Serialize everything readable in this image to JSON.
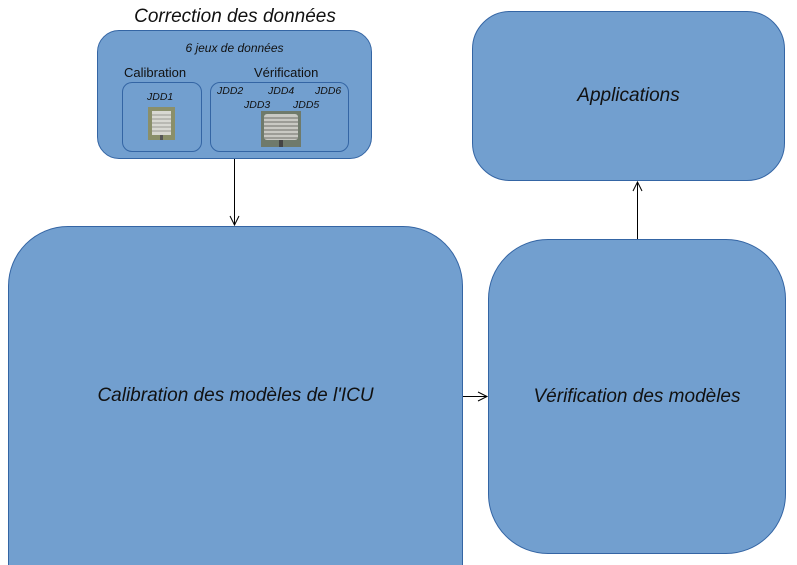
{
  "correction": {
    "title": "Correction des données",
    "datasets_label": "6 jeux de données",
    "calibration_label": "Calibration",
    "verification_label": "Vérification",
    "calibration_sets": [
      "JDD1"
    ],
    "verification_sets": [
      "JDD2",
      "JDD4",
      "JDD6",
      "JDD3",
      "JDD5"
    ]
  },
  "applications": {
    "label": "Applications"
  },
  "calibration_models": {
    "label": "Calibration des modèles de l'ICU"
  },
  "verification_models": {
    "label": "Vérification des modèles"
  },
  "colors": {
    "box_fill": "#729fcf",
    "box_border": "#3465a4",
    "arrow": "#000000"
  },
  "icons": [
    "weather-shelter-icon",
    "radiation-shield-icon"
  ]
}
